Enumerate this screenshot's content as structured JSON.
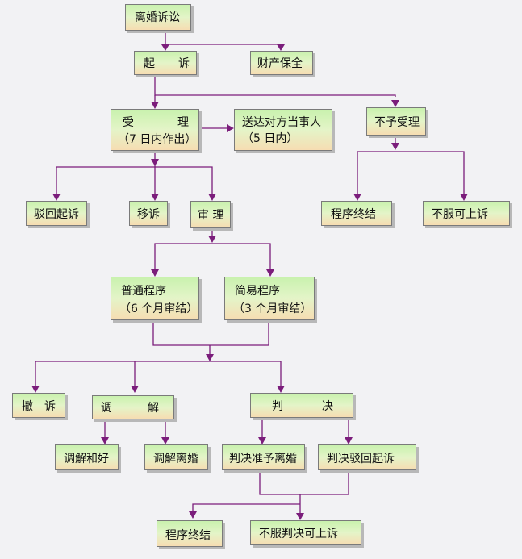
{
  "nodes": {
    "divorce_litigation": "离婚诉讼",
    "sue_a": "起",
    "sue_b": "诉",
    "property_preservation": "财产保全",
    "accept_a": "受",
    "accept_b": "理",
    "accept_note": "（7 日内作出）",
    "serve_parties": "送达对方当事人",
    "serve_note": "（5 日内）",
    "not_accepted": "不予受理",
    "reject_suit": "驳回起诉",
    "transfer_suit": "移诉",
    "trial": "审 理",
    "procedure_end_1": "程序终结",
    "appeal_1": "不服可上诉",
    "ordinary_procedure": "普通程序",
    "ordinary_note": "（6 个月审结）",
    "simple_procedure": "简易程序",
    "simple_note": "（3 个月审结）",
    "withdraw_a": "撤",
    "withdraw_b": "诉",
    "mediate_a": "调",
    "mediate_b": "解",
    "judgment_a": "判",
    "judgment_b": "决",
    "reconcile": "调解和好",
    "mediated_divorce": "调解离婚",
    "judge_grant_divorce": "判决准予离婚",
    "judge_reject_suit": "判决驳回起诉",
    "procedure_end_2": "程序终结",
    "appeal_2": "不服判决可上诉"
  }
}
